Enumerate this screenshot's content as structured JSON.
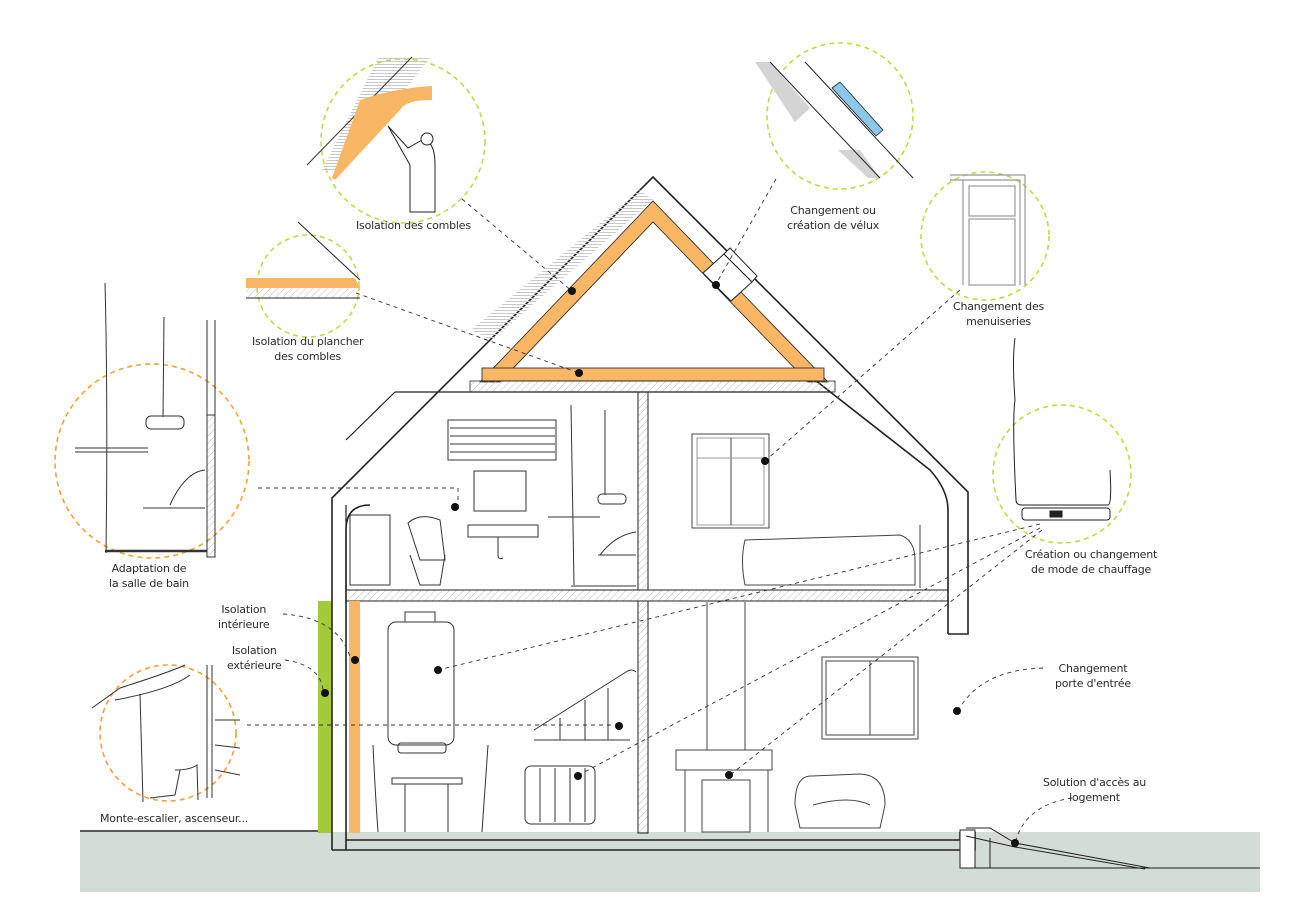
{
  "diagram": {
    "subject": "House cross-section with renovation works",
    "colors": {
      "insulation_orange": "#F9B665",
      "exterior_insulation_green": "#A4C93A",
      "callout_green_dashed": "#C3D84A",
      "callout_orange_dashed": "#F2A23A",
      "skylight_blue": "#8CC8E8",
      "ground": "#D3DCD7",
      "line": "#222222",
      "hatch": "#BBBBBB"
    },
    "labels": {
      "attic_insulation": [
        "Isolation des combles"
      ],
      "skylight": [
        "Changement ou",
        "création de vélux"
      ],
      "joinery": [
        "Changement des",
        "menuiseries"
      ],
      "attic_floor": [
        "Isolation du plancher",
        "des combles"
      ],
      "bathroom": [
        "Adaptation de",
        "la salle de bain"
      ],
      "heating": [
        "Création ou changement",
        "de mode de chauffage"
      ],
      "interior_insulation": [
        "Isolation",
        "intérieure"
      ],
      "exterior_insulation": [
        "Isolation",
        "extérieure"
      ],
      "stairlift": [
        "Monte-escalier, ascenseur..."
      ],
      "front_door": [
        "Changement",
        "porte d'entrée"
      ],
      "access": [
        "Solution d'accès au",
        "logement"
      ]
    }
  }
}
